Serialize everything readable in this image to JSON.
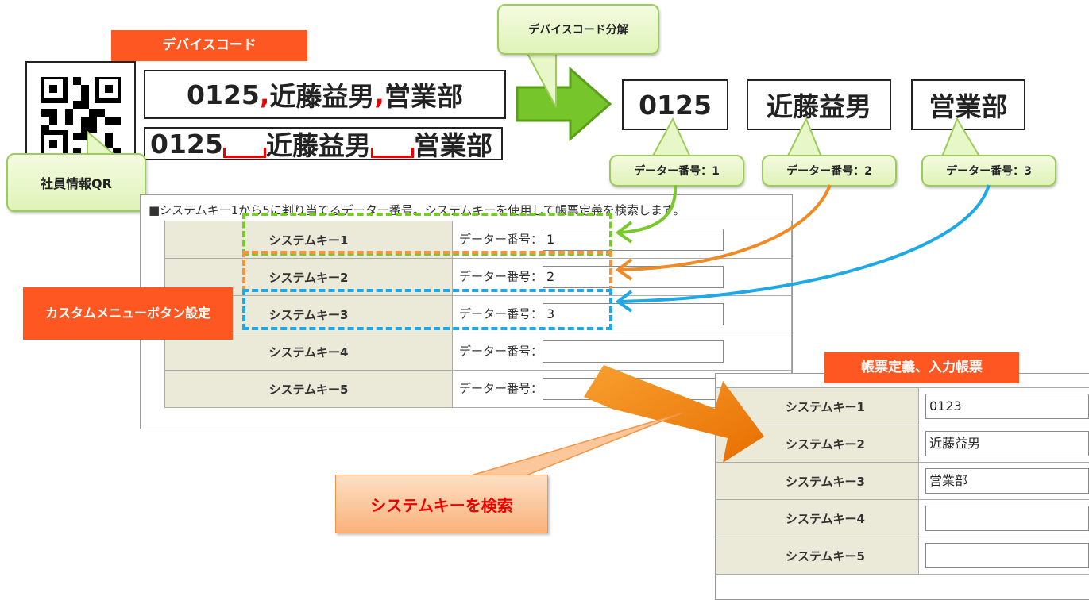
{
  "device_code_label": "デバイスコード",
  "qr_callout": "社員情報QR",
  "code_line1": {
    "id": "0125",
    "sep": ",",
    "name": "近藤益男",
    "dept": "営業部"
  },
  "code_line2": {
    "id": "0125",
    "name": "近藤益男",
    "dept": "営業部"
  },
  "decompose_callout": "デバイスコード分解",
  "parts": [
    "0125",
    "近藤益男",
    "営業部"
  ],
  "data_no_callouts": [
    "データー番号：1",
    "データー番号：2",
    "データー番号：3"
  ],
  "menu_panel": {
    "description": "■システムキー1から5に割り当てるデーター番号。システムキーを使用して帳票定義を検索します。",
    "rows": [
      {
        "key": "システムキー1",
        "label": "データー番号：",
        "value": "1"
      },
      {
        "key": "システムキー2",
        "label": "データー番号：",
        "value": "2"
      },
      {
        "key": "システムキー3",
        "label": "データー番号：",
        "value": "3"
      },
      {
        "key": "システムキー4",
        "label": "データー番号：",
        "value": ""
      },
      {
        "key": "システムキー5",
        "label": "データー番号：",
        "value": ""
      }
    ]
  },
  "custom_menu_label": "カスタムメニューボタン設定",
  "search_callout": "システムキーを検索",
  "form_label": "帳票定義、入力帳票",
  "form_panel": {
    "rows": [
      {
        "key": "システムキー1",
        "value": "0123"
      },
      {
        "key": "システムキー2",
        "value": "近藤益男"
      },
      {
        "key": "システムキー3",
        "value": "営業部"
      },
      {
        "key": "システムキー4",
        "value": ""
      },
      {
        "key": "システムキー5",
        "value": ""
      }
    ]
  }
}
